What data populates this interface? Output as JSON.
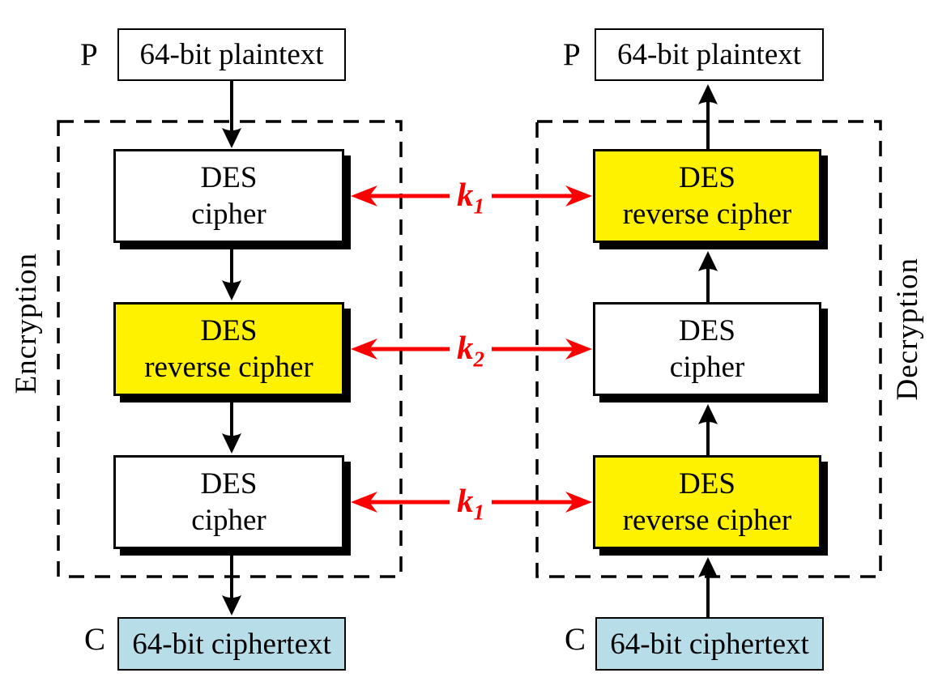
{
  "encryption": {
    "side_label": "Encryption",
    "input_tag": "P",
    "input_box": "64-bit plaintext",
    "stages": [
      {
        "line1": "DES",
        "line2": "cipher",
        "fill": "white"
      },
      {
        "line1": "DES",
        "line2": "reverse cipher",
        "fill": "yellow"
      },
      {
        "line1": "DES",
        "line2": "cipher",
        "fill": "white"
      }
    ],
    "output_tag": "C",
    "output_box": "64-bit ciphertext"
  },
  "decryption": {
    "side_label": "Decryption",
    "output_tag": "P",
    "output_box": "64-bit plaintext",
    "stages": [
      {
        "line1": "DES",
        "line2": "reverse cipher",
        "fill": "yellow"
      },
      {
        "line1": "DES",
        "line2": "cipher",
        "fill": "white"
      },
      {
        "line1": "DES",
        "line2": "reverse cipher",
        "fill": "yellow"
      }
    ],
    "input_tag": "C",
    "input_box": "64-bit ciphertext"
  },
  "keys": [
    {
      "name": "k",
      "sub": "1"
    },
    {
      "name": "k",
      "sub": "2"
    },
    {
      "name": "k",
      "sub": "1"
    }
  ],
  "colors": {
    "highlight_yellow": "#FFF200",
    "ciphertext_blue": "#B7DEE8",
    "key_red": "#FA0000",
    "line_black": "#000000"
  }
}
